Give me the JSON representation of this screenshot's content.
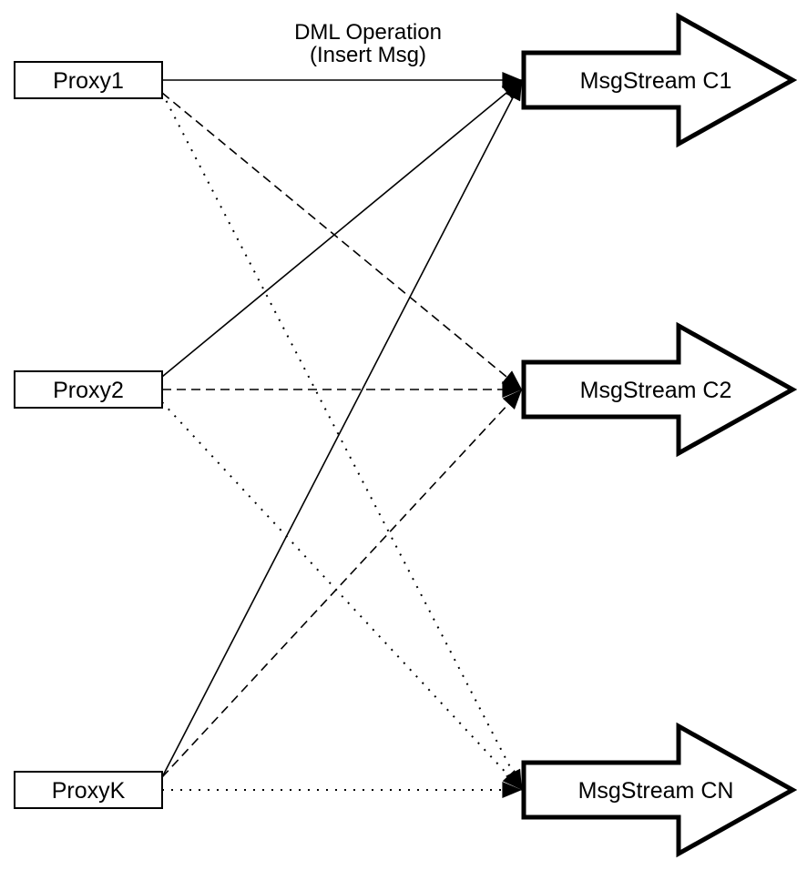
{
  "diagram": {
    "title": {
      "line1": "DML Operation",
      "line2": "(Insert Msg)"
    },
    "proxies": [
      {
        "id": "proxy1",
        "label": "Proxy1"
      },
      {
        "id": "proxy2",
        "label": "Proxy2"
      },
      {
        "id": "proxyk",
        "label": "ProxyK"
      }
    ],
    "streams": [
      {
        "id": "c1",
        "label": "MsgStream C1"
      },
      {
        "id": "c2",
        "label": "MsgStream C2"
      },
      {
        "id": "cn",
        "label": "MsgStream CN"
      }
    ],
    "connections": [
      {
        "from": "proxy1",
        "to": "c1",
        "style": "solid"
      },
      {
        "from": "proxy1",
        "to": "c2",
        "style": "dashed"
      },
      {
        "from": "proxy1",
        "to": "cn",
        "style": "dotted"
      },
      {
        "from": "proxy2",
        "to": "c1",
        "style": "solid"
      },
      {
        "from": "proxy2",
        "to": "c2",
        "style": "dashed"
      },
      {
        "from": "proxy2",
        "to": "cn",
        "style": "dotted"
      },
      {
        "from": "proxyk",
        "to": "c1",
        "style": "solid"
      },
      {
        "from": "proxyk",
        "to": "c2",
        "style": "dashed"
      },
      {
        "from": "proxyk",
        "to": "cn",
        "style": "dotted"
      }
    ],
    "colors": {
      "stroke": "#000000",
      "fill": "#ffffff"
    }
  }
}
